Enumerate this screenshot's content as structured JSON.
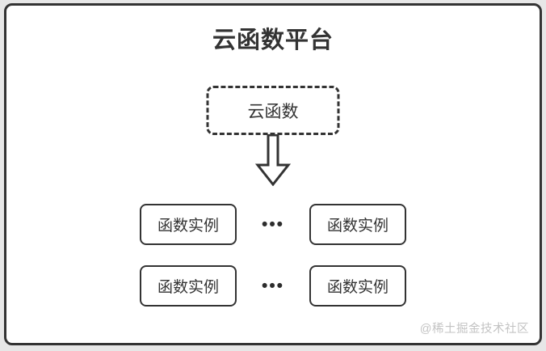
{
  "diagram": {
    "title": "云函数平台",
    "cloud_function": {
      "label": "云函数"
    },
    "rows": [
      {
        "left": "函数实例",
        "dots": "•••",
        "right": "函数实例"
      },
      {
        "left": "函数实例",
        "dots": "•••",
        "right": "函数实例"
      }
    ],
    "watermark": "@稀土掘金技术社区",
    "colors": {
      "stroke": "#333333",
      "panel_background": "#ffffff",
      "page_background": "#e7e7e7",
      "watermark_text": "#c3c3c3"
    }
  }
}
